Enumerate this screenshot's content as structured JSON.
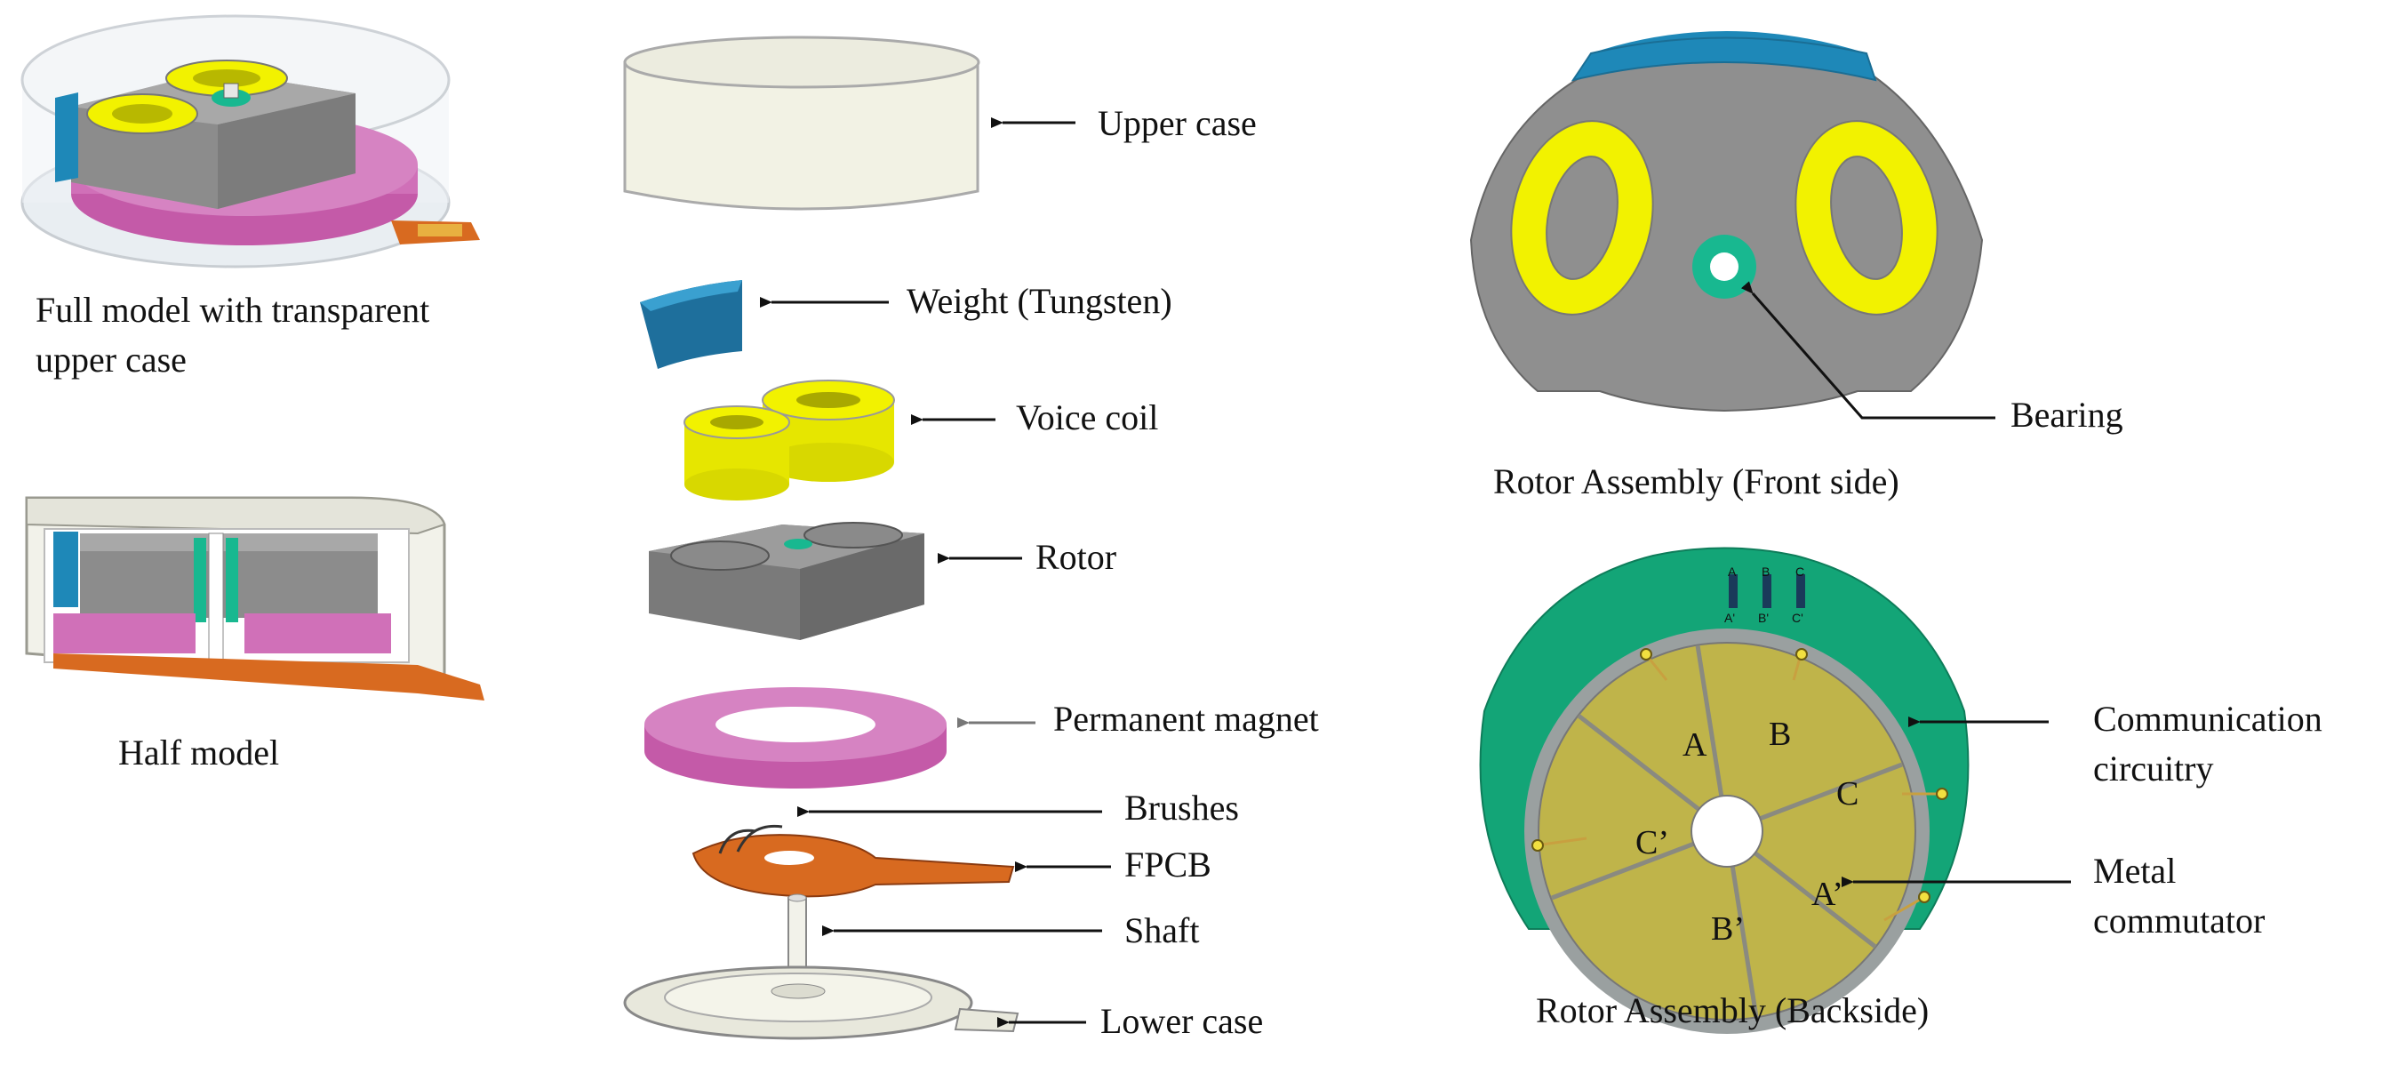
{
  "left": {
    "full_model_caption_line1": "Full model with transparent",
    "full_model_caption_line2": "upper case",
    "half_model_caption": "Half model"
  },
  "exploded_view": {
    "parts": [
      "Upper case",
      "Weight (Tungsten)",
      "Voice coil",
      "Rotor",
      "Permanent magnet",
      "Brushes",
      "FPCB",
      "Shaft",
      "Lower case"
    ]
  },
  "rotor_front": {
    "bearing_label": "Bearing",
    "caption": "Rotor Assembly (Front side)"
  },
  "rotor_back": {
    "segments": [
      "A",
      "B",
      "C",
      "A’",
      "B’",
      "C’"
    ],
    "pad_top_labels": [
      "A",
      "B",
      "C"
    ],
    "pad_bottom_labels": [
      "A'",
      "B'",
      "C'"
    ],
    "communication_label_line1": "Communication",
    "communication_label_line2": "circuitry",
    "metal_label_line1": "Metal",
    "metal_label_line2": "commutator",
    "caption": "Rotor Assembly (Backside)"
  },
  "colors": {
    "gray_body": "#8c8c8c",
    "yellow_coil": "#f2f200",
    "blue_weight": "#1e88b8",
    "teal_bearing": "#18b890",
    "pink_magnet": "#d070b8",
    "orange_fpcb": "#d86a20",
    "green_board": "#13a577",
    "commutator": "#bfb44a",
    "case_white": "#f2f2ea"
  }
}
